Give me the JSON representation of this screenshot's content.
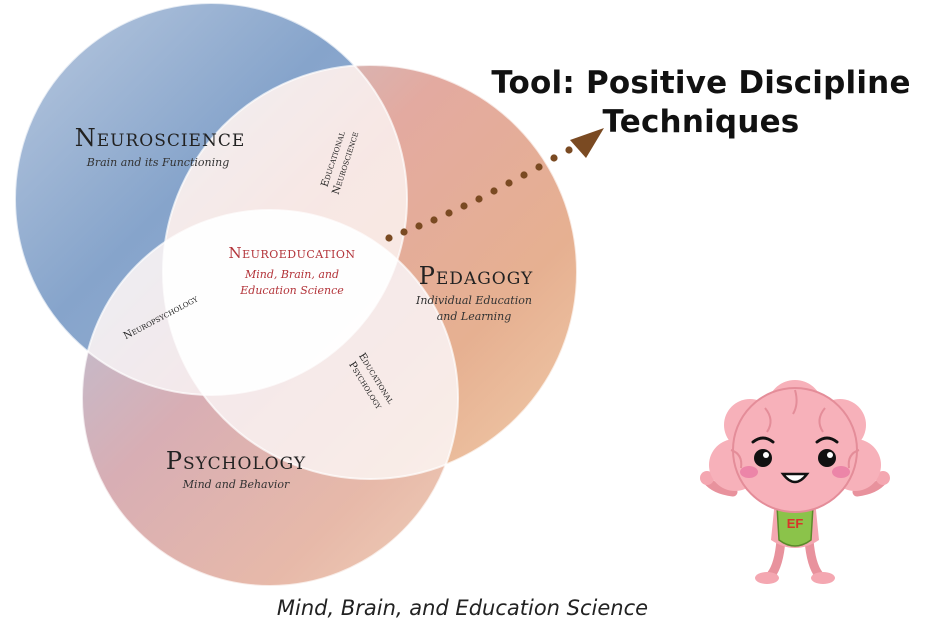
{
  "venn": {
    "neuroscience": {
      "title": "Neuroscience",
      "subtitle": "Brain and its Functioning"
    },
    "pedagogy": {
      "title": "Pedagogy",
      "subtitle_line1": "Individual Education",
      "subtitle_line2": "and Learning"
    },
    "psychology": {
      "title": "Psychology",
      "subtitle": "Mind and Behavior"
    },
    "center": {
      "title": "Neuroeducation",
      "subtitle_line1": "Mind, Brain, and",
      "subtitle_line2": "Education Science"
    },
    "overlaps": {
      "educational_neuroscience_line1": "Educational",
      "educational_neuroscience_line2": "Neuroscience",
      "neuropsychology": "Neuropsychology",
      "educational_psychology_line1": "Educational",
      "educational_psychology_line2": "Psychology"
    }
  },
  "tool": {
    "line1": "Tool: Positive Discipline",
    "line2": "Techniques"
  },
  "caption": "Mind, Brain, and Education Science",
  "mascot": {
    "badge": "EF",
    "icon": "brain-mascot-icon"
  },
  "colors": {
    "neuroscience": "#8aa7cc",
    "pedagogy": "#dc9e8a",
    "psychology": "#d9a3a3",
    "center_title": "#b3343a",
    "arrow": "#7a4a22",
    "brain_pink": "#f7b1ba",
    "badge_green": "#8bc34a"
  }
}
